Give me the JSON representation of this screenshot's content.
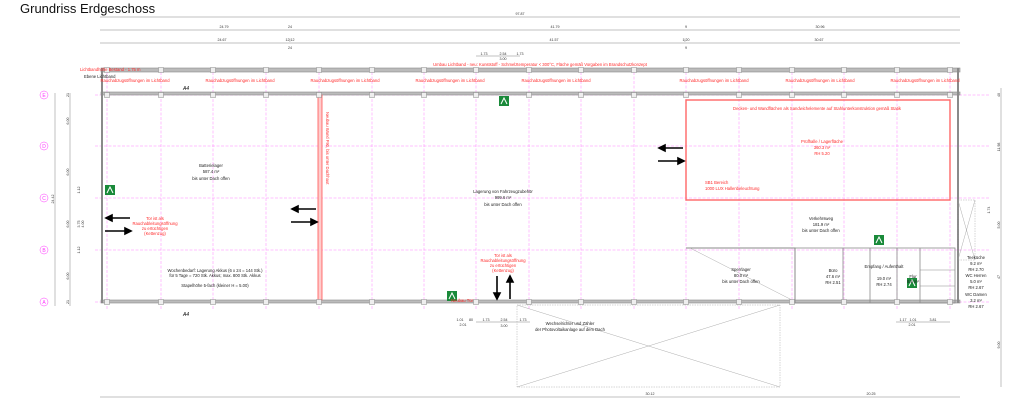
{
  "title": "Grundriss Erdgeschoss",
  "colors": {
    "annotation": "#ff2a2a",
    "grid": "#ff33ff",
    "exit_sign": "#1a8a3a",
    "wall": "#999999",
    "fire_wall": "#ff5555"
  },
  "legend_left": {
    "line1": "Lichtbandhöhe Bestand - 1.75 m",
    "line2": "Ebene Lichtband"
  },
  "umbau_note": "Umbau Lichtband - neu: Kunststoff - Schmelztemperatur < 300°C,  Fläche gemäß Vorgaben im Brandschutzkonzept",
  "smoke_vent_label": "Rauchabzugsöffnungen im Lichtband",
  "section_marker": "A4",
  "grid_axes": [
    "E",
    "D",
    "C",
    "B",
    "A"
  ],
  "dims_top": {
    "overall": "97.87",
    "row2": [
      "24.79",
      "24",
      "41.79",
      "9",
      "30.96"
    ],
    "row3": [
      "24.67",
      "12|12",
      "41.57",
      "1|20",
      "30.67"
    ],
    "row3b": [
      "24",
      "9"
    ],
    "door": [
      "1.73",
      "2.54",
      "1.73",
      "3.00"
    ]
  },
  "dims_left": {
    "overall": "24.42",
    "bays": [
      "21",
      "6.00",
      "6.00",
      "6.00",
      "6.00",
      "21"
    ],
    "gate": [
      "1.12",
      "3.75",
      "4.00",
      "1.12"
    ]
  },
  "dims_right": [
    "40",
    "11.98",
    "1.74",
    "5.00",
    "47",
    "9.00"
  ],
  "dims_bottom": {
    "door": [
      "1.01",
      "80",
      "2.01",
      "1.73",
      "2.54",
      "3.00",
      "1.73"
    ],
    "office": [
      "1.17",
      "1.01",
      "2.01",
      "3.81"
    ],
    "overall": [
      "30.12",
      "20.25"
    ]
  },
  "rooms": {
    "batterielager": {
      "name": "Batterielager",
      "area": "587.4 m²",
      "note": "bis unter Dach offen"
    },
    "wochenbedarf": {
      "line1": "Wochenbedarf: Lagerung Akkus  (6 x 24 = 144 Stk.)",
      "line2": "für 5 Tage = 720 Stk. Akkus; max. 800 Stk. Akkus",
      "line3": "Stapelhöhe 5-fach (kleiner H = 5.00)"
    },
    "fahrzeug": {
      "name": "Lagerung von Fahrzeugzubehör",
      "area": "999.6 m²",
      "note": "bis unter Dach offen"
    },
    "pruefhalle": {
      "name": "Prüfhalle / Lagerfläche",
      "area": "360.3 m²",
      "rh": "RH 5.20"
    },
    "pruefhalle_note": "Decken- und Wandflächen als Sandwichelemente auf Stahlunterkonstruktion gemäß Statik",
    "sb1": {
      "line1": "SB1 Bereich",
      "line2": "1000 LUX Hallenbeleuchtung"
    },
    "verkehrsweg": {
      "name": "Verkehrsweg",
      "area": "181.9 m²",
      "note": "bis unter Dach offen"
    },
    "sperrlager": {
      "name": "Sperrlager",
      "area": "80.0 m²",
      "note": "bis unter Dach offen"
    },
    "buero": {
      "name": "Büro",
      "area": "47.6 m²",
      "rh": "RH 2.51"
    },
    "empfang": {
      "name": "Empfang / Aufenthalt",
      "area": "19.0 m²",
      "rh": "RH 2.74"
    },
    "flur": {
      "name": "Flur",
      "area": "8.5 m²"
    },
    "teekueche": {
      "name": "Teeküche",
      "area": "9.2 m²",
      "rh": "RH 2.70"
    },
    "wc_herren": {
      "name": "WC Herren",
      "area": "5.0 m²",
      "rh": "RH 2.67"
    },
    "wc_damen": {
      "name": "WC Damen",
      "area": "3.2 m²",
      "rh": "RH 2.67"
    }
  },
  "fire_wall_label": "Neubau Wand F90, bis unter Dachhaut",
  "gate_note": [
    "Tor ist als",
    "Rauchableitungsöffnung",
    "zu ertüchtigen",
    "(Kettenzug)"
  ],
  "neubau_tuer": "Neubau Tür",
  "pv_note": [
    "Wechselrichter und Zähler",
    "der Photovoltaikanlage auf dem Dach"
  ],
  "exit_sign_icon": "emergency-exit-icon"
}
